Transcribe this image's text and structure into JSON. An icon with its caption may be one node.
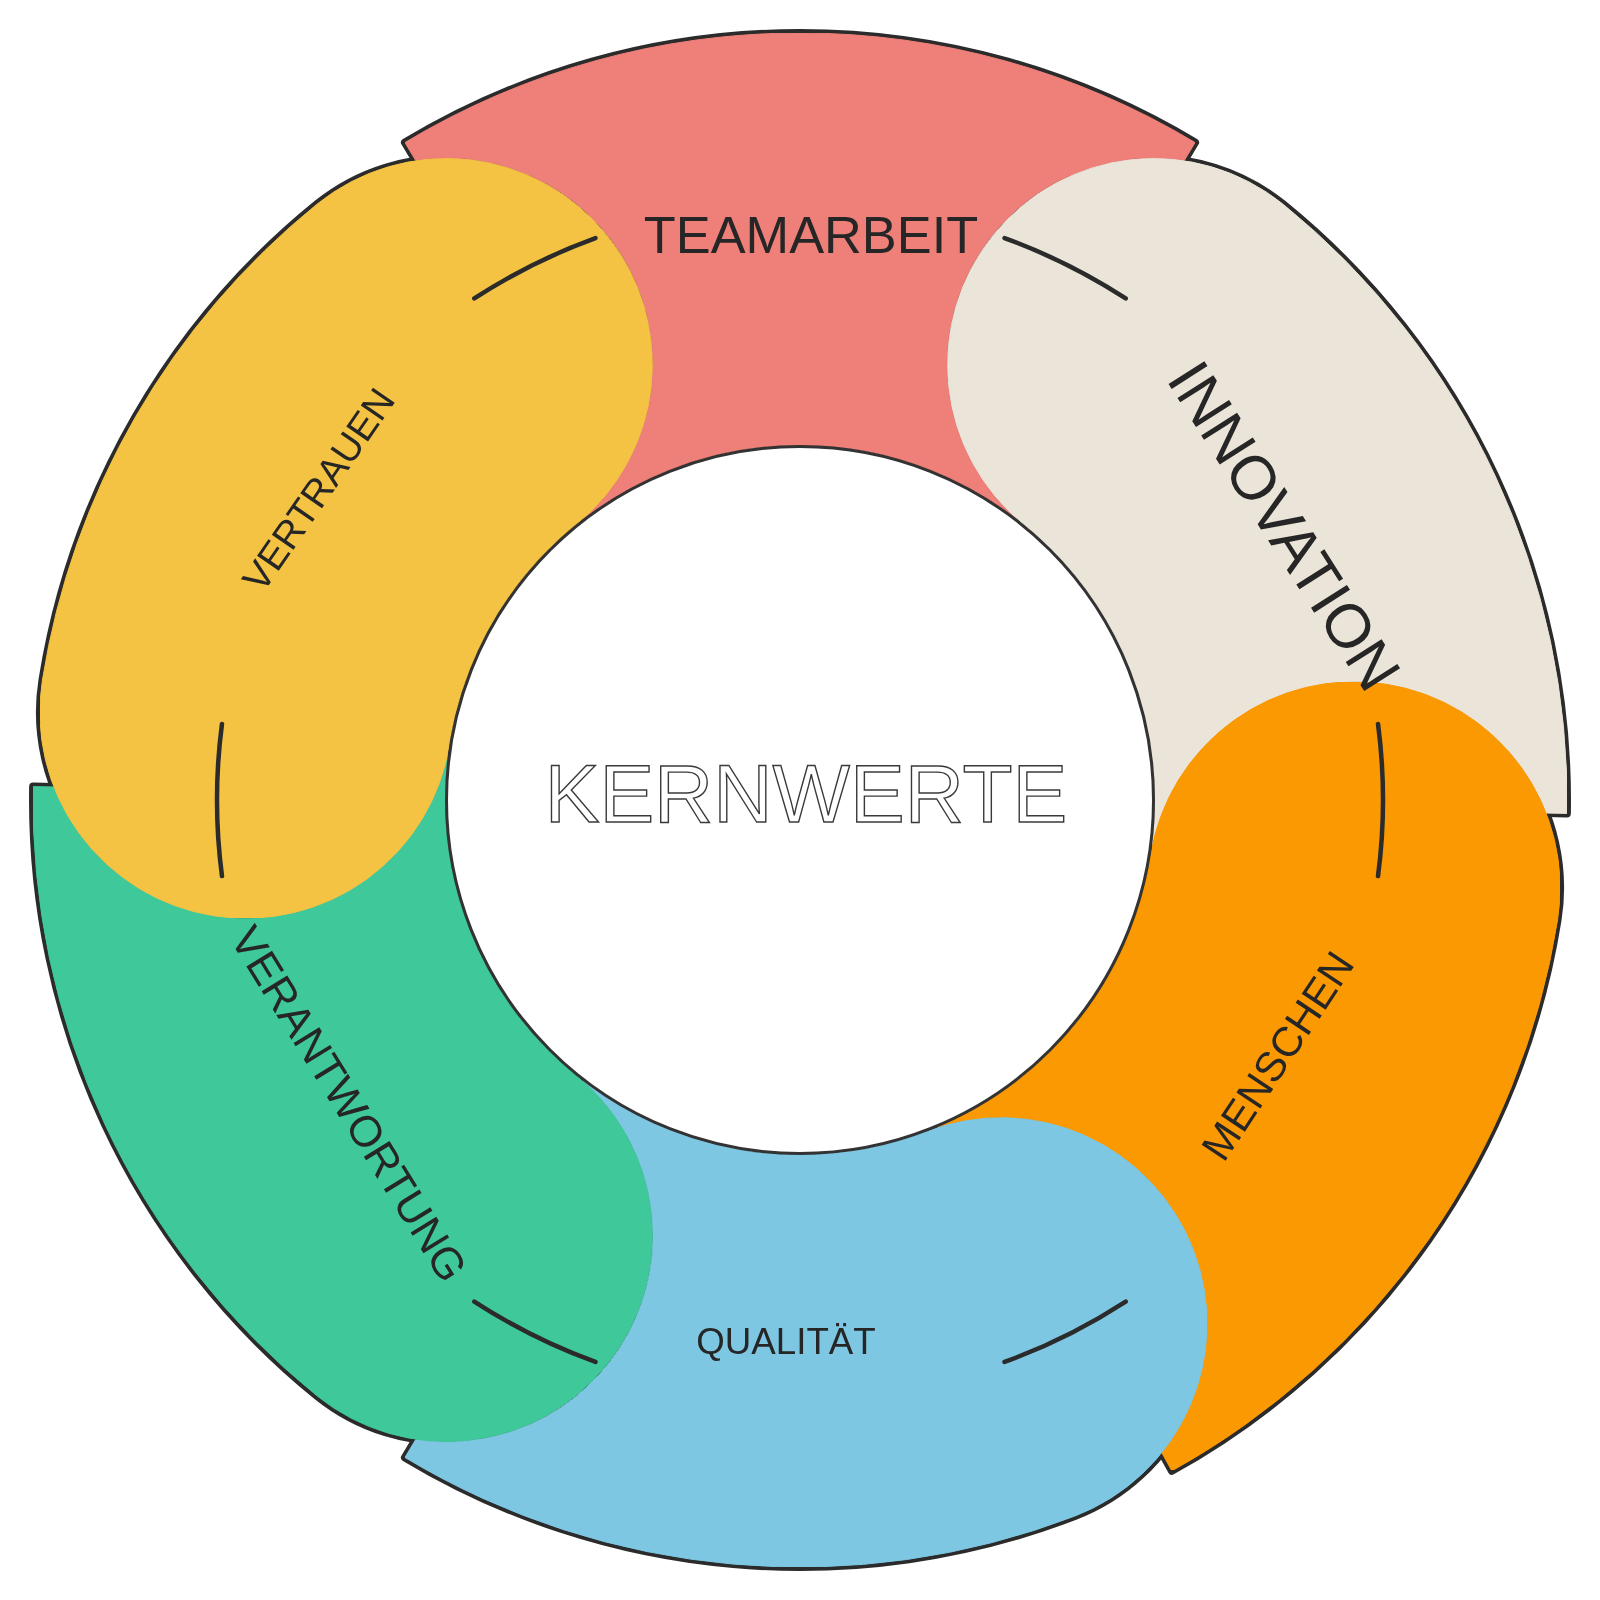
{
  "diagram": {
    "nodes": [
      {
        "text": [
          "KERNWERTE"
        ]
      },
      {
        "text": [
          "TEAMARBEIT"
        ]
      },
      {
        "text": [
          "INNOVATION"
        ]
      },
      {
        "text": [
          "MENSCHEN"
        ]
      },
      {
        "text": [
          "QUALITÄT"
        ]
      },
      {
        "text": [
          "VERANTWORTUNG"
        ]
      },
      {
        "text": [
          "VERTRAUEN"
        ]
      }
    ]
  }
}
